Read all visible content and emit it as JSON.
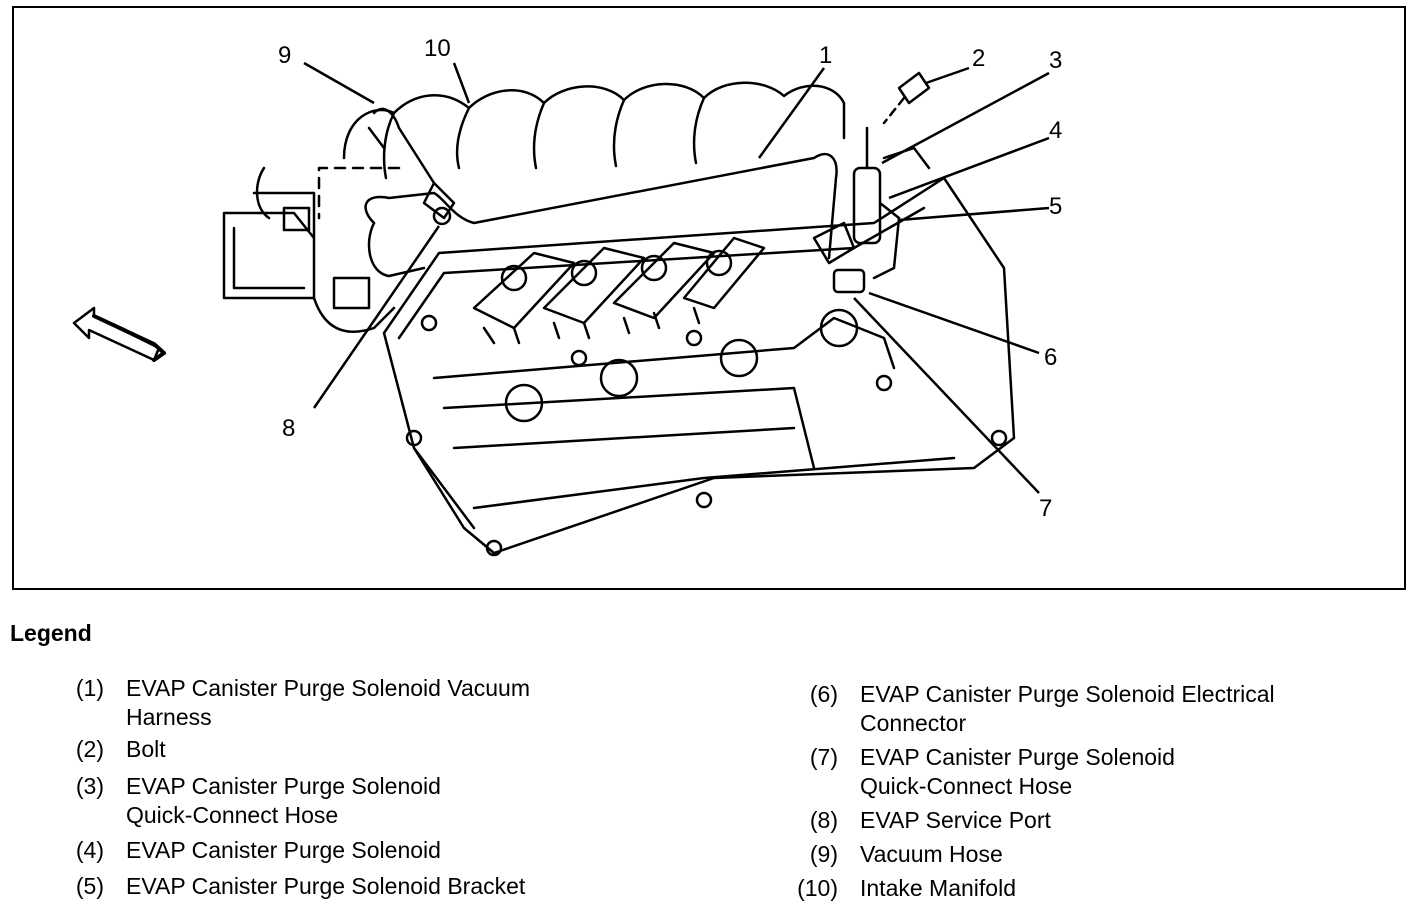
{
  "diagram": {
    "callouts": [
      "1",
      "2",
      "3",
      "4",
      "5",
      "6",
      "7",
      "8",
      "9",
      "10"
    ]
  },
  "legend": {
    "title": "Legend",
    "items": [
      {
        "num": "(1)",
        "text": "EVAP Canister Purge Solenoid Vacuum",
        "text2": "Harness"
      },
      {
        "num": "(2)",
        "text": "Bolt",
        "text2": ""
      },
      {
        "num": "(3)",
        "text": "EVAP Canister Purge Solenoid",
        "text2": "Quick-Connect Hose"
      },
      {
        "num": "(4)",
        "text": "EVAP Canister Purge Solenoid",
        "text2": ""
      },
      {
        "num": "(5)",
        "text": "EVAP Canister Purge Solenoid Bracket",
        "text2": ""
      },
      {
        "num": "(6)",
        "text": "EVAP Canister Purge Solenoid Electrical",
        "text2": "Connector"
      },
      {
        "num": "(7)",
        "text": "EVAP Canister Purge Solenoid",
        "text2": "Quick-Connect Hose"
      },
      {
        "num": "(8)",
        "text": "EVAP Service Port",
        "text2": ""
      },
      {
        "num": "(9)",
        "text": "Vacuum Hose",
        "text2": ""
      },
      {
        "num": "(10)",
        "text": "Intake Manifold",
        "text2": ""
      }
    ]
  }
}
